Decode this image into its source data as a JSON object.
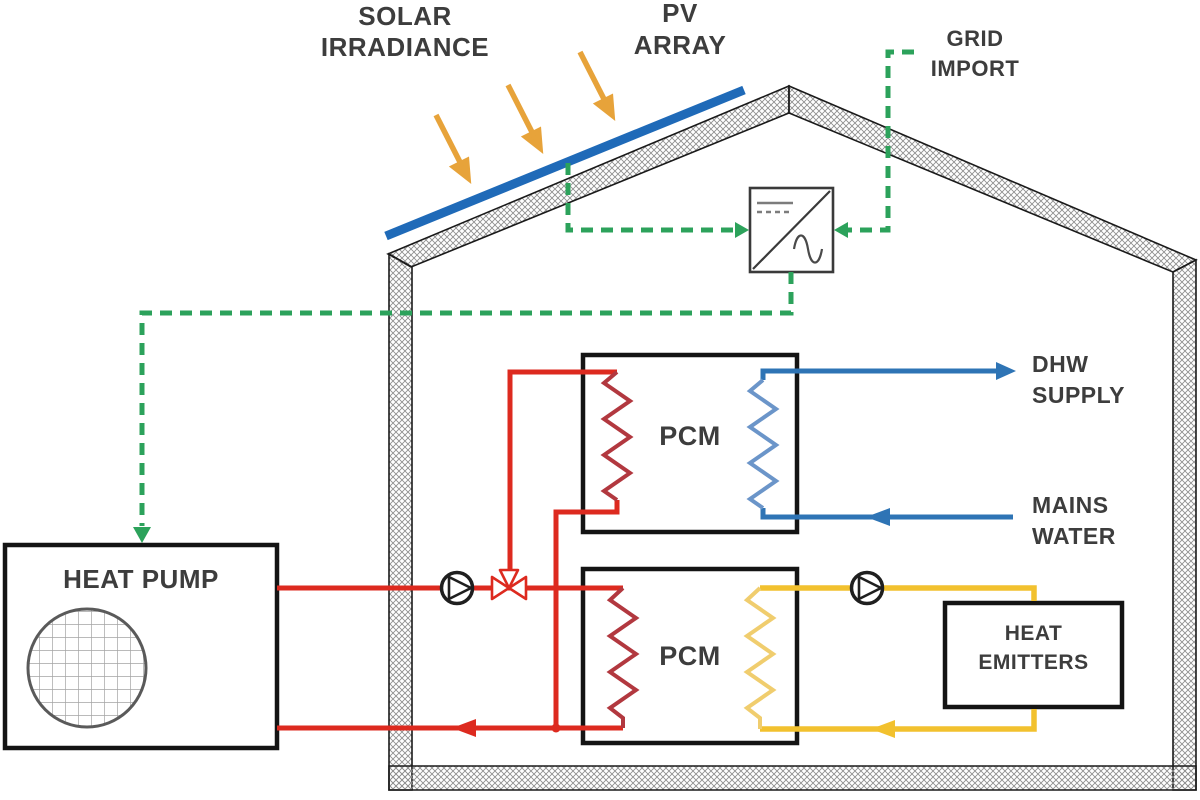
{
  "diagram": {
    "labels": {
      "solar_irradiance": "SOLAR\nIRRADIANCE",
      "pv_array": "PV\nARRAY",
      "grid_import": "GRID\nIMPORT",
      "dhw_supply": "DHW\nSUPPLY",
      "mains_water": "MAINS\nWATER",
      "heat_pump": "HEAT PUMP",
      "pcm_upper": "PCM",
      "pcm_lower": "PCM",
      "heat_emitters": "HEAT\nEMITTERS"
    },
    "colors": {
      "electricity_line": "#2ca25b",
      "heat_pump_circuit": "#dd2a1f",
      "coil_red": "#b2383f",
      "water_line": "#2e74b5",
      "coil_blue": "#6b95c9",
      "pv_panel": "#1f6ab8",
      "heating_loop": "#f2c12e",
      "coil_yellow": "#f0cd6e",
      "solar_arrows": "#e7a33a",
      "label_text": "#3d3d3d"
    }
  }
}
